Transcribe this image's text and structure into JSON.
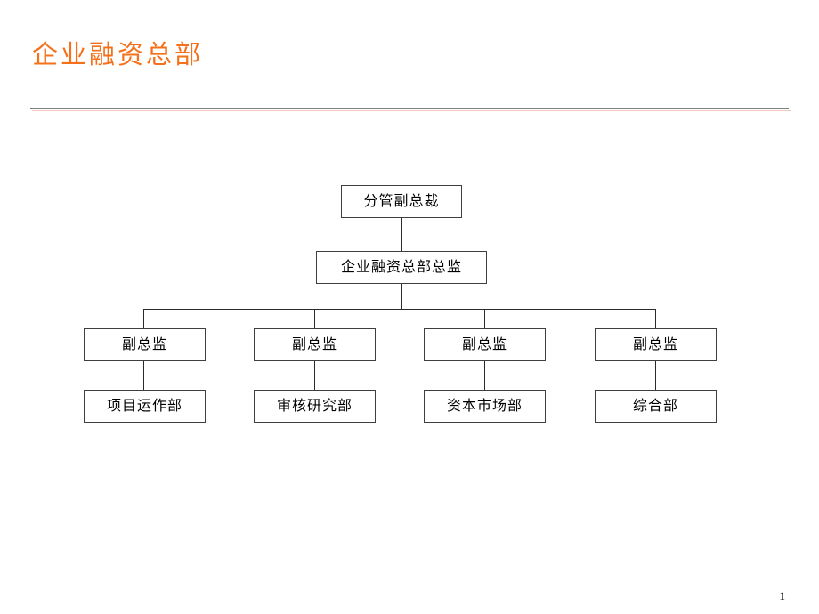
{
  "slide": {
    "title": "企业融资总部",
    "title_color": "#F4701A",
    "divider_color": "#808080",
    "page_number": "1"
  },
  "chart_data": {
    "type": "diagram",
    "diagram_type": "org-chart",
    "title": "企业融资总部",
    "orientation": "top-down",
    "levels": [
      {
        "level": 1,
        "nodes": [
          "分管副总裁"
        ]
      },
      {
        "level": 2,
        "nodes": [
          "企业融资总部总监"
        ]
      },
      {
        "level": 3,
        "nodes": [
          "副总监",
          "副总监",
          "副总监",
          "副总监"
        ]
      },
      {
        "level": 4,
        "nodes": [
          "项目运作部",
          "审核研究部",
          "资本市场部",
          "综合部"
        ]
      }
    ],
    "edges": [
      {
        "from": "分管副总裁",
        "to": "企业融资总部总监"
      },
      {
        "from": "企业融资总部总监",
        "to": "副总监 (1)"
      },
      {
        "from": "企业融资总部总监",
        "to": "副总监 (2)"
      },
      {
        "from": "企业融资总部总监",
        "to": "副总监 (3)"
      },
      {
        "from": "企业融资总部总监",
        "to": "副总监 (4)"
      },
      {
        "from": "副总监 (1)",
        "to": "项目运作部"
      },
      {
        "from": "副总监 (2)",
        "to": "审核研究部"
      },
      {
        "from": "副总监 (3)",
        "to": "资本市场部"
      },
      {
        "from": "副总监 (4)",
        "to": "综合部"
      }
    ],
    "node_style": {
      "fill": "#FFFFFF",
      "border": "#3F3F3F",
      "text": "#000000"
    }
  },
  "nodes": {
    "vp": "分管副总裁",
    "director": "企业融资总部总监",
    "deputies": [
      "副总监",
      "副总监",
      "副总监",
      "副总监"
    ],
    "departments": [
      "项目运作部",
      "审核研究部",
      "资本市场部",
      "综合部"
    ]
  }
}
